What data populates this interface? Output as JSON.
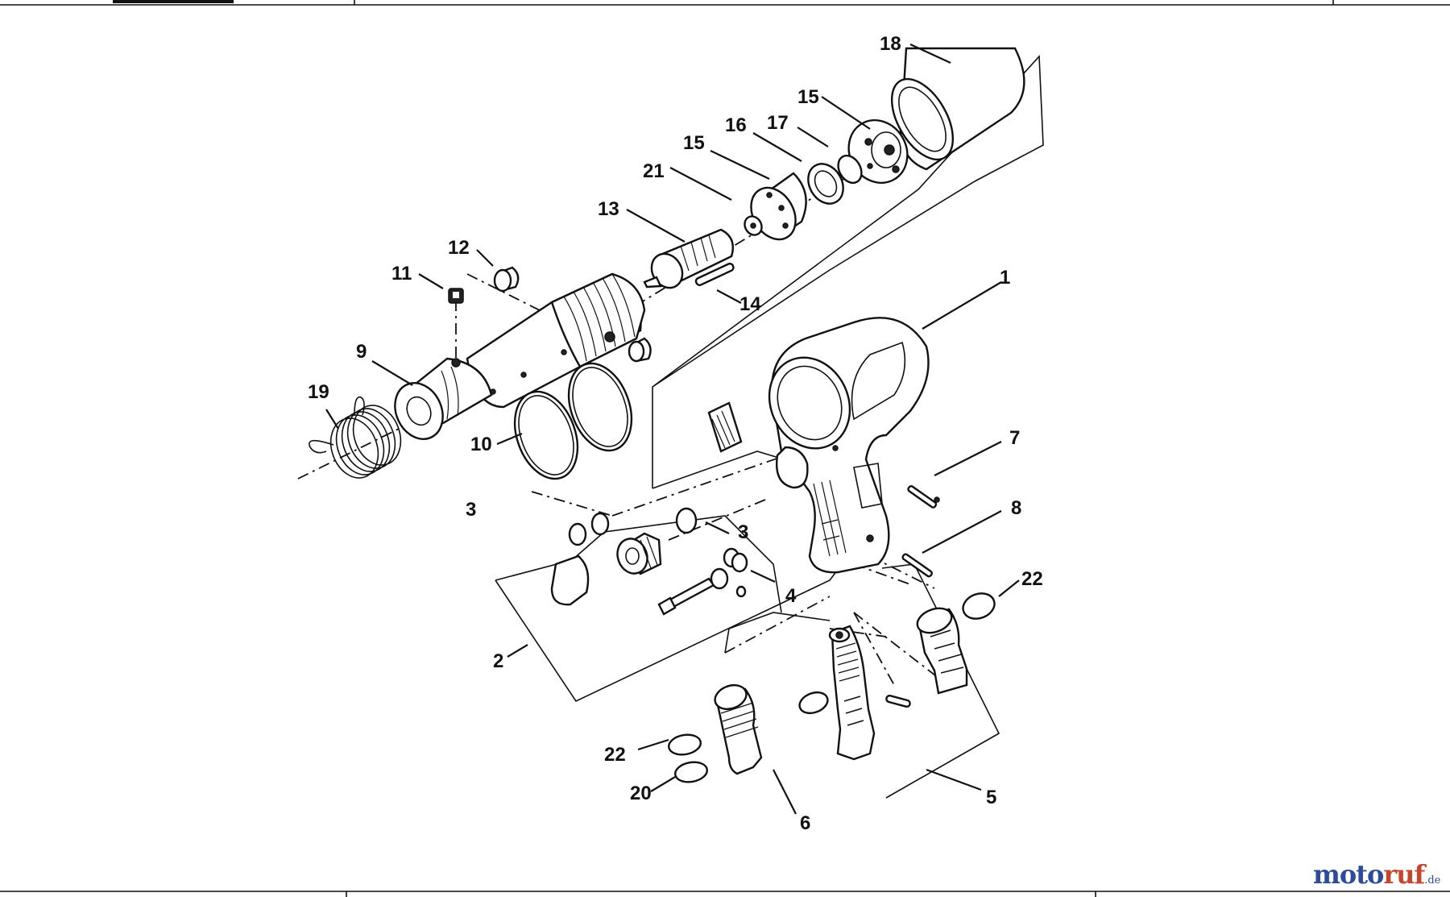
{
  "callouts": [
    {
      "id": "c18",
      "label": "18"
    },
    {
      "id": "c15a",
      "label": "15"
    },
    {
      "id": "c16",
      "label": "16"
    },
    {
      "id": "c17",
      "label": "17"
    },
    {
      "id": "c15b",
      "label": "15"
    },
    {
      "id": "c21",
      "label": "21"
    },
    {
      "id": "c13",
      "label": "13"
    },
    {
      "id": "c12",
      "label": "12"
    },
    {
      "id": "c14",
      "label": "14"
    },
    {
      "id": "c11",
      "label": "11"
    },
    {
      "id": "c1",
      "label": "1"
    },
    {
      "id": "c9",
      "label": "9"
    },
    {
      "id": "c19",
      "label": "19"
    },
    {
      "id": "c10",
      "label": "10"
    },
    {
      "id": "c7",
      "label": "7"
    },
    {
      "id": "c3a",
      "label": "3"
    },
    {
      "id": "c8",
      "label": "8"
    },
    {
      "id": "c3b",
      "label": "3"
    },
    {
      "id": "c4",
      "label": "4"
    },
    {
      "id": "c22a",
      "label": "22"
    },
    {
      "id": "c2",
      "label": "2"
    },
    {
      "id": "c22b",
      "label": "22"
    },
    {
      "id": "c5",
      "label": "5"
    },
    {
      "id": "c20",
      "label": "20"
    },
    {
      "id": "c6",
      "label": "6"
    }
  ],
  "watermark": {
    "part_a": "moto",
    "part_b": "ruf",
    "suffix": ".de"
  }
}
